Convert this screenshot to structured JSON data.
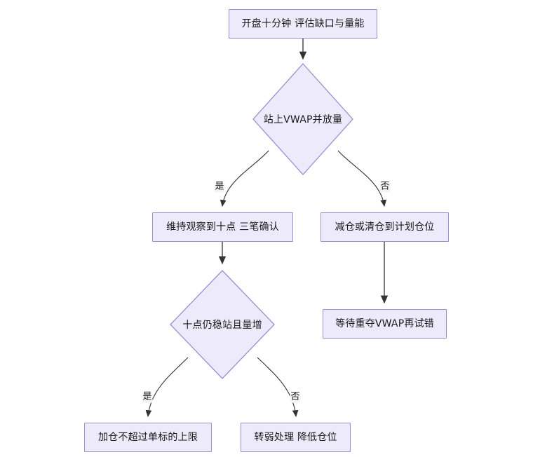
{
  "diagram": {
    "type": "flowchart",
    "direction": "top-down",
    "background_color": "#ffffff",
    "node_fill_color": "#ECEAFB",
    "node_border_color": "#9B8FD4",
    "edge_color": "#333333",
    "text_color": "#1a1a1a",
    "nodes": [
      {
        "id": "n1",
        "shape": "rect",
        "label": "开盘十分钟 评估缺口与量能"
      },
      {
        "id": "n2",
        "shape": "diamond",
        "label": "站上VWAP并放量"
      },
      {
        "id": "n3",
        "shape": "rect",
        "label": "维持观察到十点 三笔确认"
      },
      {
        "id": "n4",
        "shape": "rect",
        "label": "减仓或清仓到计划仓位"
      },
      {
        "id": "n5",
        "shape": "diamond",
        "label": "十点仍稳站且量增"
      },
      {
        "id": "n6",
        "shape": "rect",
        "label": "等待重夺VWAP再试错"
      },
      {
        "id": "n7",
        "shape": "rect",
        "label": "加仓不超过单标的上限"
      },
      {
        "id": "n8",
        "shape": "rect",
        "label": "转弱处理 降低仓位"
      }
    ],
    "edges": [
      {
        "from": "n1",
        "to": "n2",
        "label": ""
      },
      {
        "from": "n2",
        "to": "n3",
        "label": "是"
      },
      {
        "from": "n2",
        "to": "n4",
        "label": "否"
      },
      {
        "from": "n3",
        "to": "n5",
        "label": ""
      },
      {
        "from": "n4",
        "to": "n6",
        "label": ""
      },
      {
        "from": "n5",
        "to": "n7",
        "label": "是"
      },
      {
        "from": "n5",
        "to": "n8",
        "label": "否"
      }
    ]
  }
}
